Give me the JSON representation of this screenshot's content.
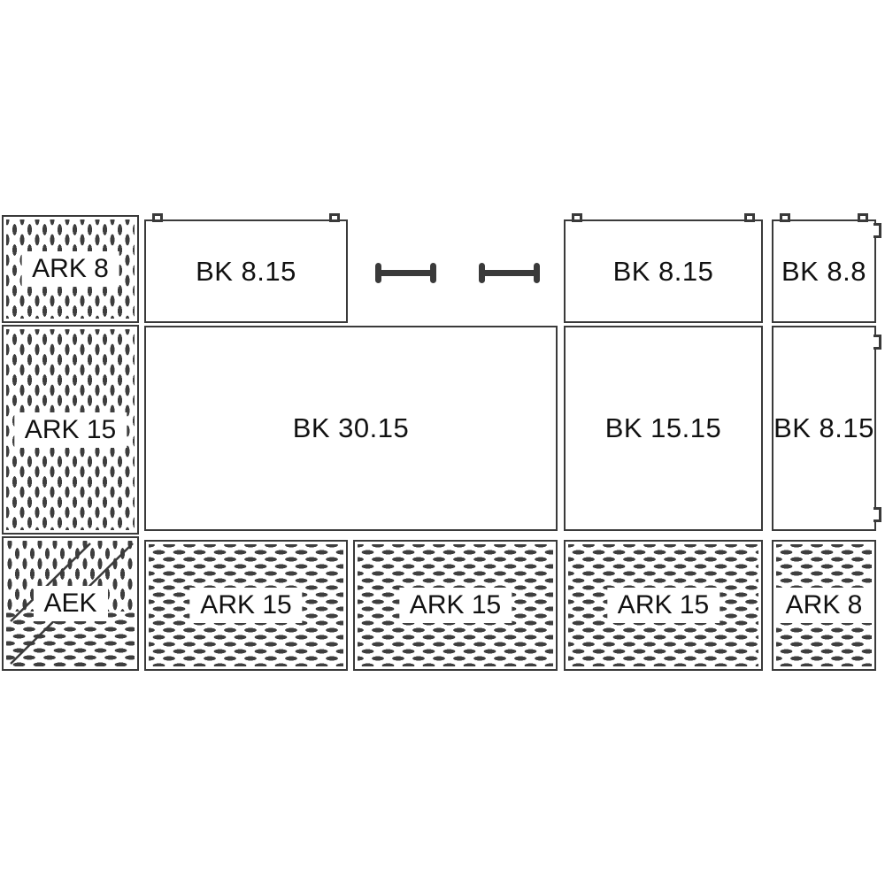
{
  "colors": {
    "line": "#3a3a3a",
    "text": "#111111",
    "background": "#ffffff"
  },
  "panels": {
    "ark8_left": {
      "label": "ARK 8"
    },
    "bk815_top_left": {
      "label": "BK 8.15"
    },
    "bk815_top_right": {
      "label": "BK 8.15"
    },
    "bk88": {
      "label": "BK 8.8"
    },
    "ark15_left": {
      "label": "ARK 15"
    },
    "bk3015": {
      "label": "BK 30.15"
    },
    "bk1515": {
      "label": "BK 15.15"
    },
    "bk815_right": {
      "label": "BK 8.15"
    },
    "aek": {
      "label": "AEK"
    },
    "ark15_bottom_1": {
      "label": "ARK 15"
    },
    "ark15_bottom_2": {
      "label": "ARK 15"
    },
    "ark15_bottom_3": {
      "label": "ARK 15"
    },
    "ark8_bottom": {
      "label": "ARK 8"
    }
  }
}
